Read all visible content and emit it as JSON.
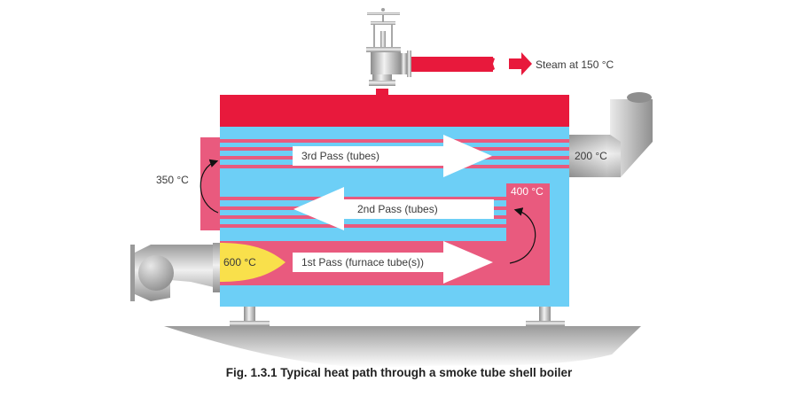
{
  "diagram": {
    "title": "Typical heat path through a smoke tube shell boiler",
    "caption": "Fig. 1.3.1 Typical heat path through a smoke tube shell boiler",
    "labels": {
      "steam": "Steam at 150 °C",
      "temp_flame": "600 °C",
      "temp_reversal_rear": "400 °C",
      "temp_reversal_front": "350 °C",
      "temp_exhaust": "200 °C",
      "pass_1": "1st Pass (furnace tube(s))",
      "pass_2": "2nd Pass (tubes)",
      "pass_3": "3rd Pass (tubes)"
    },
    "flow_order": [
      "Burner flame 600 °C",
      "1st Pass (furnace tube(s))",
      "Rear reversal 400 °C",
      "2nd Pass (tubes)",
      "Front reversal 350 °C",
      "3rd Pass (tubes)",
      "Exhaust 200 °C",
      "Steam outlet 150 °C"
    ],
    "colors": {
      "steam_red": "#e8193c",
      "water_blue": "#6dcff6",
      "hot_gas_pink": "#e95a7e",
      "flame_yellow": "#f9e04b",
      "arrow_white": "#ffffff",
      "metal_grey": "#b3b3b3"
    }
  }
}
